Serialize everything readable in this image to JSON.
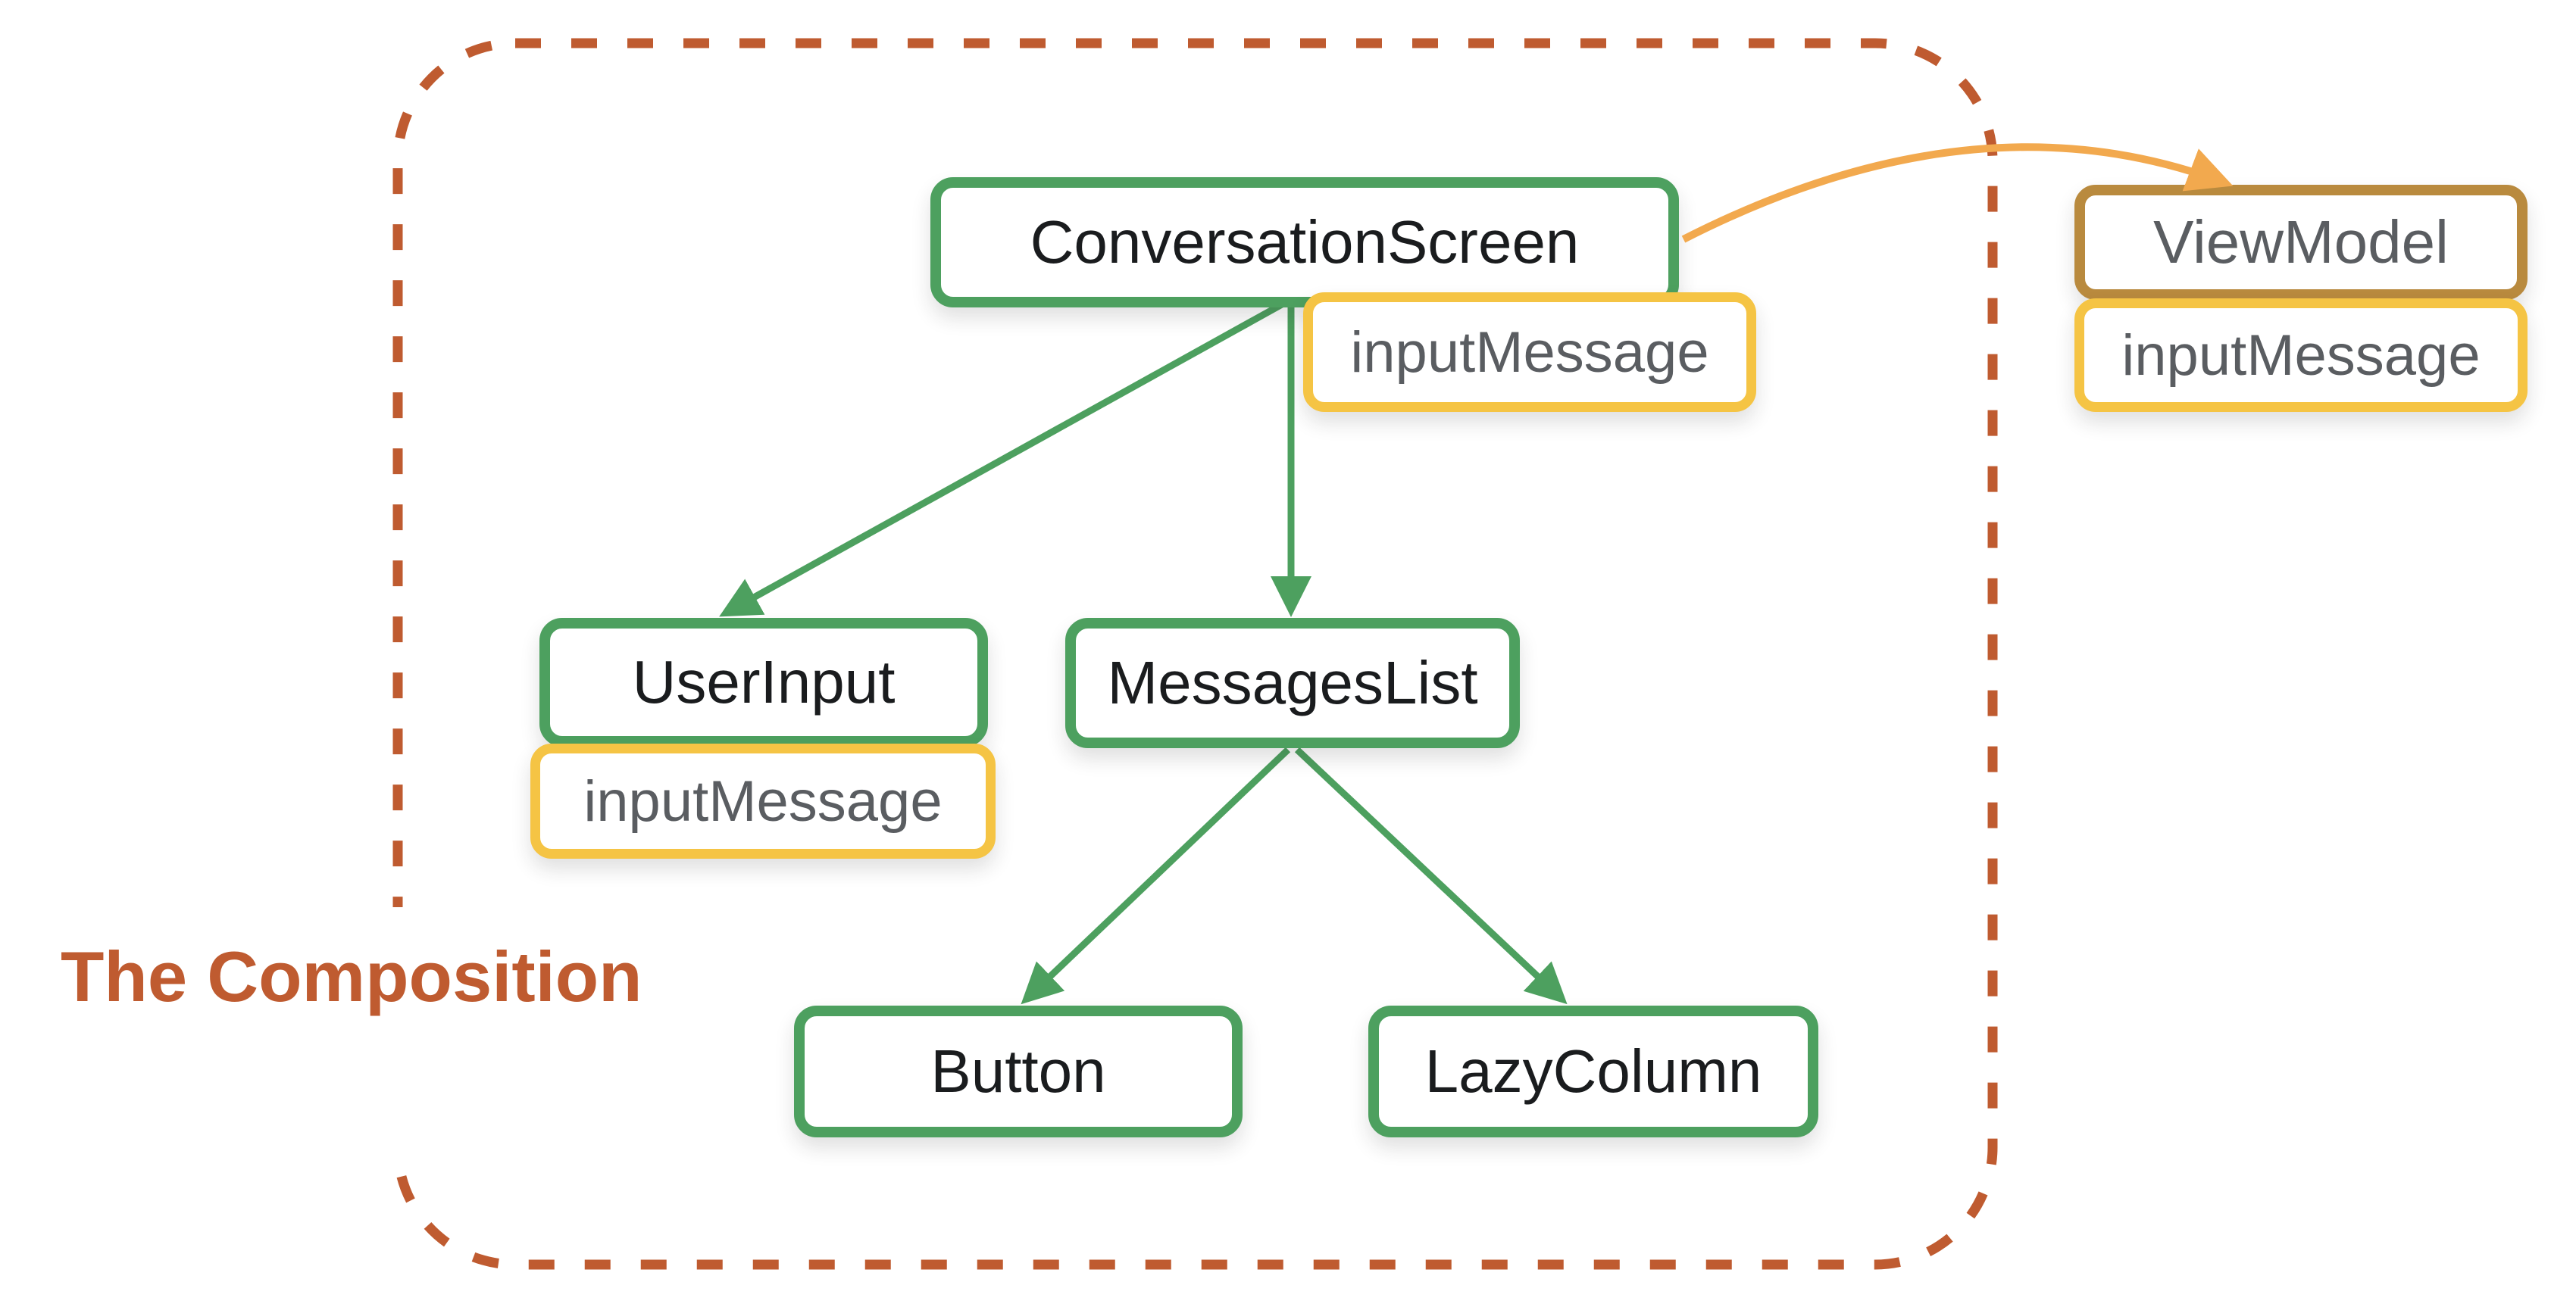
{
  "title": {
    "label": "The Composition"
  },
  "boundary": {
    "name": "composition-boundary",
    "style": "dashed-rounded-rectangle",
    "color": "#bf5b30"
  },
  "colors": {
    "composable_node_border": "#4da05f",
    "state_node_border": "#f5c444",
    "viewmodel_node_border": "#b98a3e",
    "state_arrow": "#f2a94e",
    "tree_edges": "#4da05f",
    "boundary_and_title": "#bf5b30",
    "node_text": "#1a1c1e",
    "state_text": "#5a5d61",
    "background": "#ffffff"
  },
  "nodes": {
    "conversation_screen": {
      "label": "ConversationScreen",
      "kind": "composable"
    },
    "conversation_screen_state": {
      "label": "inputMessage",
      "kind": "state"
    },
    "user_input": {
      "label": "UserInput",
      "kind": "composable"
    },
    "user_input_state": {
      "label": "inputMessage",
      "kind": "state"
    },
    "messages_list": {
      "label": "MessagesList",
      "kind": "composable"
    },
    "button": {
      "label": "Button",
      "kind": "composable"
    },
    "lazy_column": {
      "label": "LazyColumn",
      "kind": "composable"
    },
    "view_model": {
      "label": "ViewModel",
      "kind": "viewmodel"
    },
    "view_model_state": {
      "label": "inputMessage",
      "kind": "state"
    }
  },
  "edges": [
    {
      "from": "ConversationScreen",
      "to": "UserInput",
      "type": "composition",
      "color": "#4da05f"
    },
    {
      "from": "ConversationScreen",
      "to": "MessagesList",
      "type": "composition",
      "color": "#4da05f"
    },
    {
      "from": "MessagesList",
      "to": "Button",
      "type": "composition",
      "color": "#4da05f"
    },
    {
      "from": "MessagesList",
      "to": "LazyColumn",
      "type": "composition",
      "color": "#4da05f"
    },
    {
      "from": "ConversationScreen",
      "to": "ViewModel",
      "type": "state-hoisting",
      "crosses_boundary": true,
      "color": "#f2a94e"
    }
  ]
}
